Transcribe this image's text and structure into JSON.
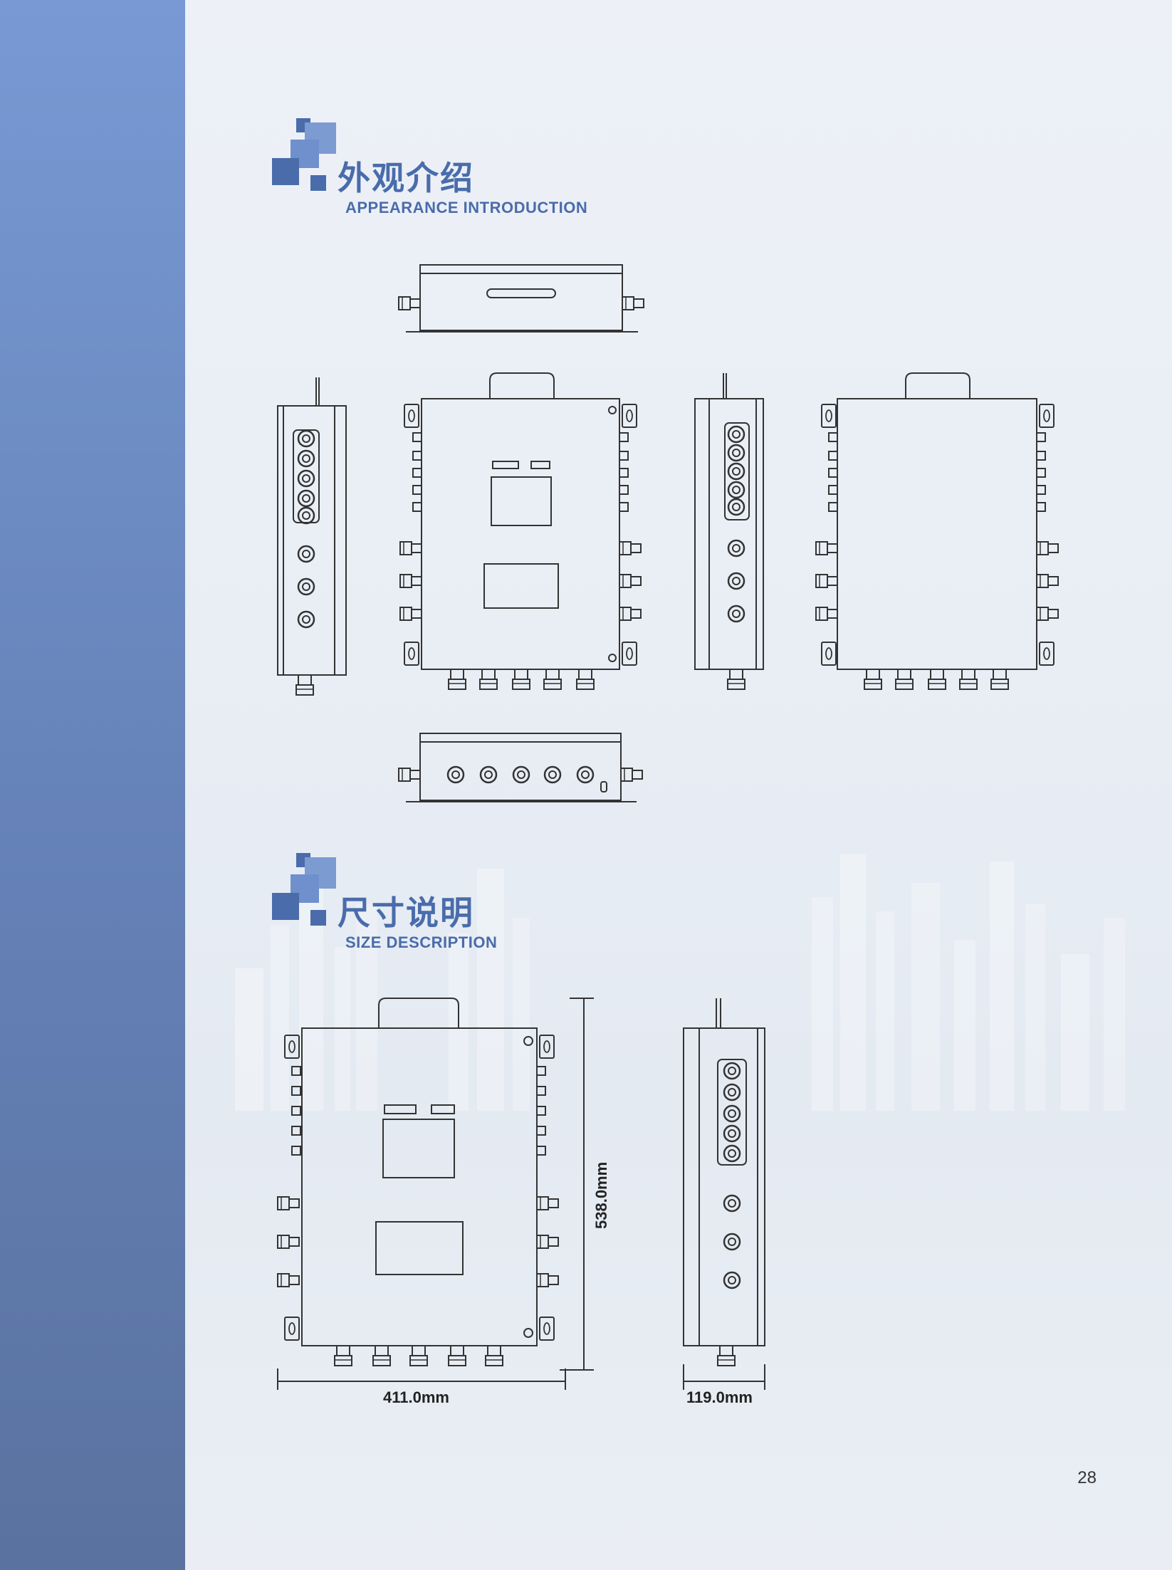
{
  "colors": {
    "accent": "#4a6cab",
    "sidebar": "#6d8cc4",
    "line": "#3a3a3a"
  },
  "sections": [
    {
      "title_cn": "外观介绍",
      "title_en": "APPEARANCE INTRODUCTION"
    },
    {
      "title_cn": "尺寸说明",
      "title_en": "SIZE DESCRIPTION"
    }
  ],
  "dimensions": {
    "width": "411.0mm",
    "height": "538.0mm",
    "depth": "119.0mm"
  },
  "page_number": "28"
}
